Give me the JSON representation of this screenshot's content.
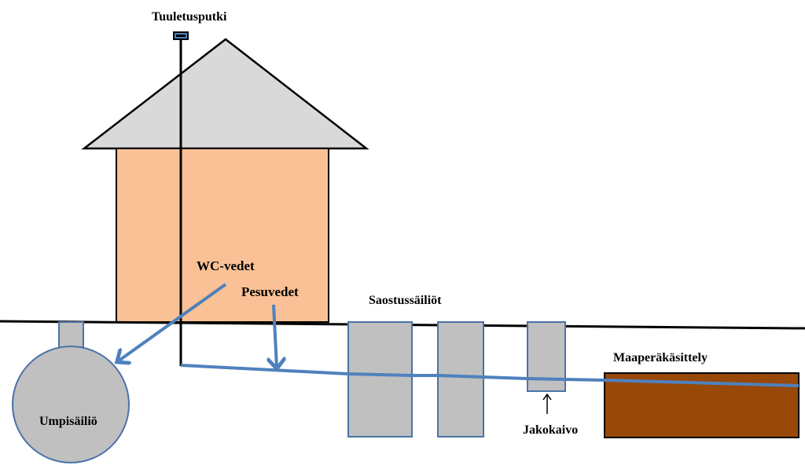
{
  "labels": {
    "vent_pipe": "Tuuletusputki",
    "wc_water": "WC-vedet",
    "wash_water": "Pesuvedet",
    "septic_tanks": "Saostussäiliöt",
    "holding_tank": "Umpisäiliö",
    "distribution_well": "Jakokaivo",
    "soil_treatment": "Maaperäkäsittely"
  },
  "colors": {
    "roof": "#d9d9d9",
    "house_wall": "#f9c195",
    "tank_fill": "#c0c0c0",
    "tank_border": "#4a73a8",
    "pipe": "#4f81bd",
    "soil_treatment": "#984807",
    "outline": "#000000"
  }
}
